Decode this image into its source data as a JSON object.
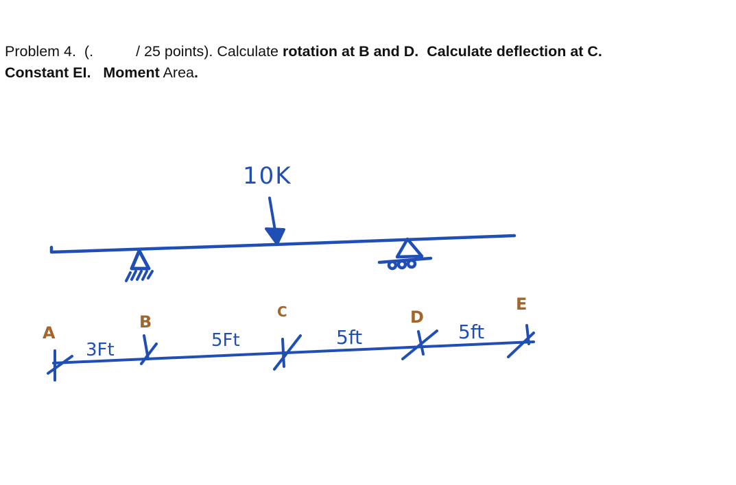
{
  "problem": {
    "number_label": "Problem 4.",
    "points_open": "(.",
    "points_text": "/ 25 points). Calculate",
    "task_rotation": "rotation at B and D.",
    "task_deflection": "Calculate deflection at C.",
    "constant": "Constant EI.",
    "method_bold": "Moment",
    "method_rest": "Area",
    "period": "."
  },
  "figure": {
    "load_label": "10K",
    "points": [
      "A",
      "B",
      "C",
      "D",
      "E"
    ],
    "spans": [
      "3Ft",
      "5Ft",
      "5ft",
      "5ft"
    ],
    "supports": [
      {
        "at": "B",
        "type": "pin"
      },
      {
        "at": "D",
        "type": "roller"
      }
    ],
    "load_at": "C",
    "colors": {
      "ink_blue": "#1f4fb4",
      "ink_brown": "#a0672d"
    }
  }
}
